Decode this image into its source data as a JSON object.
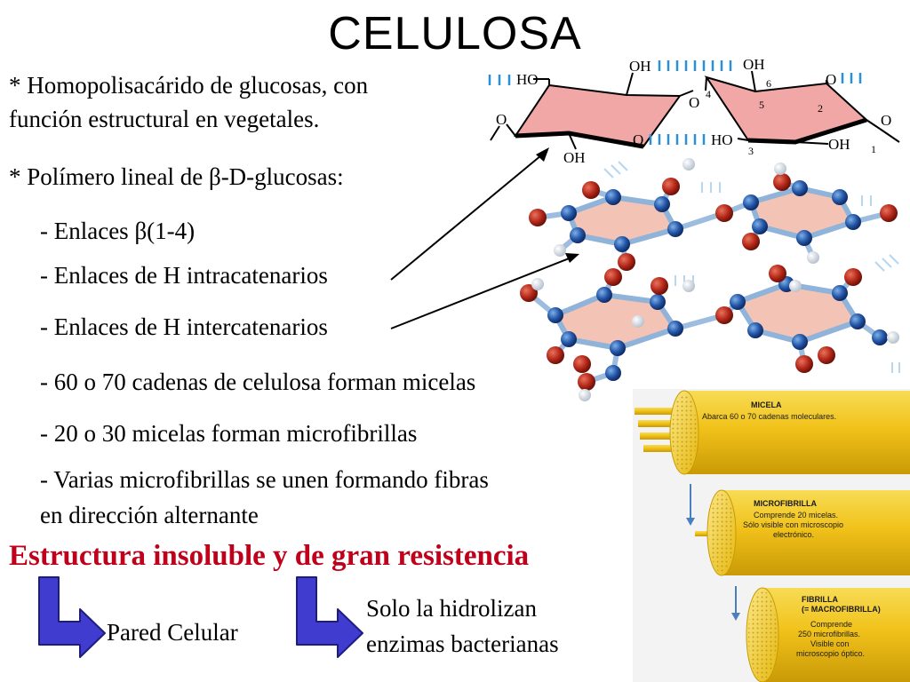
{
  "title": "CELULOSA",
  "bullets": {
    "b1_line1": "* Homopolisacárido de glucosas, con",
    "b1_line2": "función estructural en vegetales.",
    "b2": "* Polímero lineal de β-D-glucosas:"
  },
  "sub_items": [
    "- Enlaces β(1-4)",
    "- Enlaces de H intracatenarios",
    "- Enlaces de H intercatenarios",
    "- 60 o 70 cadenas de celulosa forman micelas",
    "- 20 o 30 micelas forman microfibrillas",
    "- Varias microfibrillas se unen formando fibras",
    "en dirección alternante"
  ],
  "conclusion": "Estructura insoluble y de gran resistencia",
  "outcomes": {
    "left": "Pared Celular",
    "right_line1": "Solo la hidrolizan",
    "right_line2": "enzimas bacterianas"
  },
  "structure_labels": {
    "oh_top_left": "OH",
    "oh_top_right": "OH",
    "ho_left": "HO",
    "o_ring_left": "O",
    "o_bridge": "O",
    "o_ring_right": "O",
    "ho_bottom": "HO",
    "oh_bottom_left": "OH",
    "oh_bottom_right": "OH",
    "o_far_left": "O",
    "o_far_right": "O",
    "num_1": "1",
    "num_2": "2",
    "num_3": "3",
    "num_4": "4",
    "num_5": "5",
    "num_6": "6"
  },
  "fiber_labels": {
    "micela_title": "MICELA",
    "micela_desc": "Abarca 60 o 70 cadenas moleculares.",
    "microfibrilla_title": "MICROFIBRILLA",
    "microfibrilla_desc1": "Comprende 20 micelas.",
    "microfibrilla_desc2": "Sólo visible con microscopio",
    "microfibrilla_desc3": "electrónico.",
    "fibrilla_title": "FIBRILLA",
    "fibrilla_sub": "(= MACROFIBRILLA)",
    "fibrilla_desc1": "Comprende",
    "fibrilla_desc2": "250 microfibrillas.",
    "fibrilla_desc3": "Visible con",
    "fibrilla_desc4": "microscopio óptico."
  },
  "colors": {
    "title_text": "#000000",
    "conclusion_red": "#c0001a",
    "ring_fill": "#f2a7a7",
    "h_bond_blue": "#2a8fd6",
    "arrow_blue": "#3f3ccf",
    "fiber_yellow": "#f2c81e"
  }
}
